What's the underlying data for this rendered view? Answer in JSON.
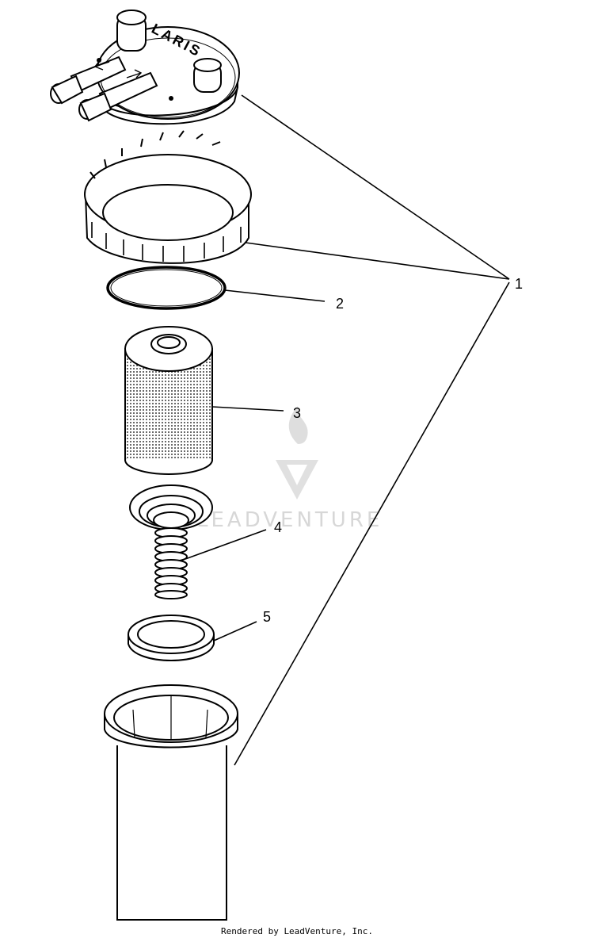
{
  "callouts": [
    {
      "id": "1",
      "label": "1"
    },
    {
      "id": "2",
      "label": "2"
    },
    {
      "id": "3",
      "label": "3"
    },
    {
      "id": "4",
      "label": "4"
    },
    {
      "id": "5",
      "label": "5"
    }
  ],
  "cap_brand_text": "LARIS",
  "watermark": {
    "text": "LEADVENTURE",
    "color": "#d7d7d7"
  },
  "footer_text": "Rendered by LeadVenture, Inc.",
  "colors": {
    "line": "#000000",
    "background": "#ffffff"
  }
}
